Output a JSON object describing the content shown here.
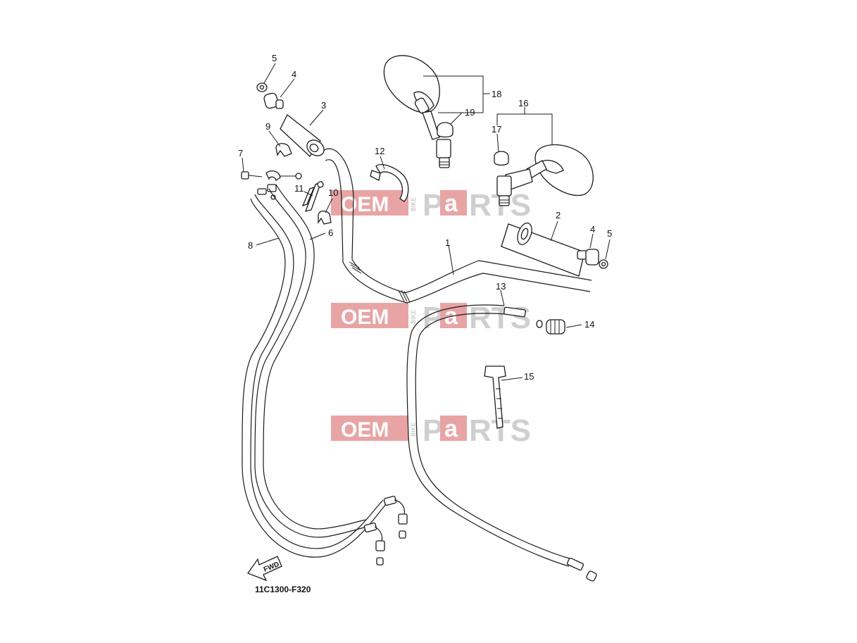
{
  "diagram_code": "11C1300-F320",
  "fwd_label": "FWD",
  "watermark": {
    "left_text": "OEM",
    "vertical_text": "BIKE",
    "p_text": "P",
    "a_text": "a",
    "rts_text": "RTS",
    "color_red": "#e8a4a4",
    "color_grey": "#cfcfcf"
  },
  "callouts": [
    "1",
    "2",
    "3",
    "4",
    "4",
    "5",
    "5",
    "6",
    "7",
    "8",
    "9",
    "10",
    "11",
    "12",
    "13",
    "14",
    "15",
    "16",
    "17",
    "18",
    "19"
  ]
}
